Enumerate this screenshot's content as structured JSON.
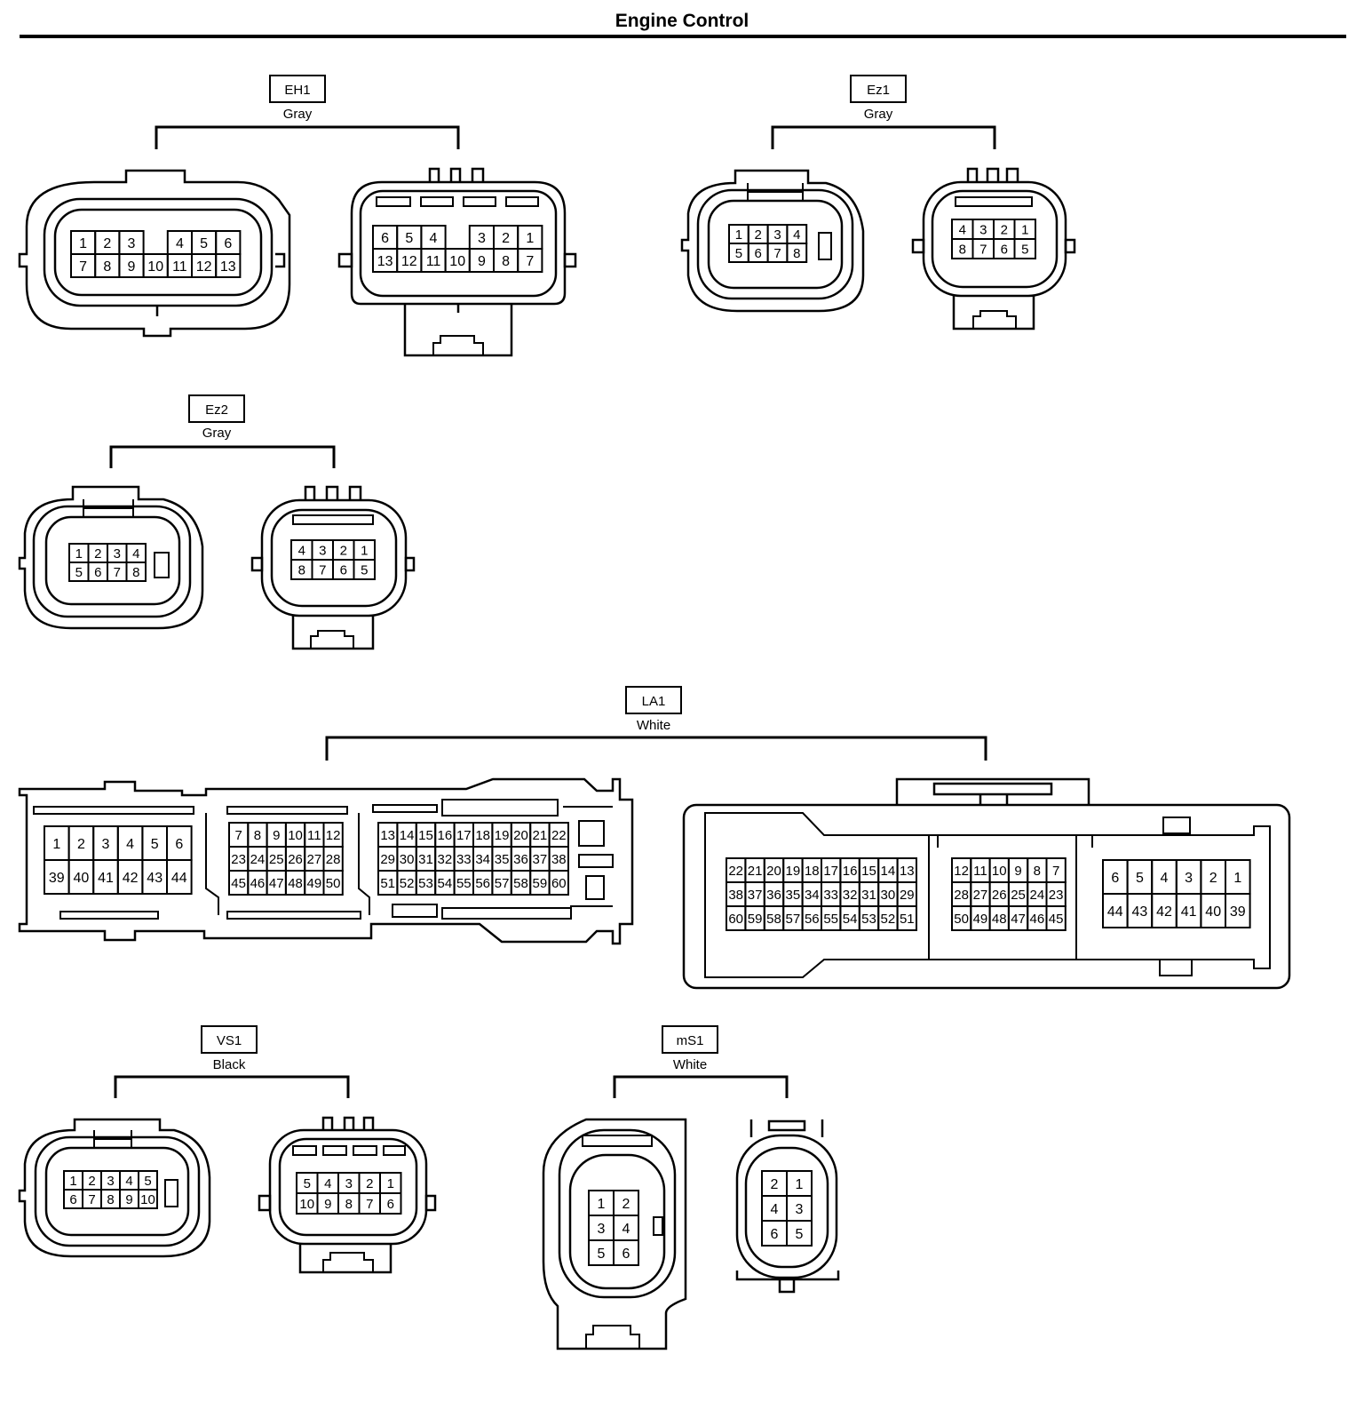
{
  "page": {
    "title": "Engine Control"
  },
  "connectors": [
    {
      "id": "EH1",
      "color": "Gray",
      "views": [
        {
          "rows": [
            [
              "1",
              "2",
              "3",
              "",
              "4",
              "5",
              "6"
            ],
            [
              "7",
              "8",
              "9",
              "10",
              "11",
              "12",
              "13"
            ]
          ]
        },
        {
          "rows": [
            [
              "6",
              "5",
              "4",
              "",
              "3",
              "2",
              "1"
            ],
            [
              "13",
              "12",
              "11",
              "10",
              "9",
              "8",
              "7"
            ]
          ]
        }
      ]
    },
    {
      "id": "Ez1",
      "color": "Gray",
      "views": [
        {
          "rows": [
            [
              "1",
              "2",
              "3",
              "4"
            ],
            [
              "5",
              "6",
              "7",
              "8"
            ]
          ]
        },
        {
          "rows": [
            [
              "4",
              "3",
              "2",
              "1"
            ],
            [
              "8",
              "7",
              "6",
              "5"
            ]
          ]
        }
      ]
    },
    {
      "id": "Ez2",
      "color": "Gray",
      "views": [
        {
          "rows": [
            [
              "1",
              "2",
              "3",
              "4"
            ],
            [
              "5",
              "6",
              "7",
              "8"
            ]
          ]
        },
        {
          "rows": [
            [
              "4",
              "3",
              "2",
              "1"
            ],
            [
              "8",
              "7",
              "6",
              "5"
            ]
          ]
        }
      ]
    },
    {
      "id": "LA1",
      "color": "White",
      "views": [
        {
          "blocks": [
            {
              "rows": [
                [
                  "1",
                  "2",
                  "3",
                  "4",
                  "5",
                  "6"
                ],
                [
                  "39",
                  "40",
                  "41",
                  "42",
                  "43",
                  "44"
                ]
              ]
            },
            {
              "rows": [
                [
                  "7",
                  "8",
                  "9",
                  "10",
                  "11",
                  "12"
                ],
                [
                  "23",
                  "24",
                  "25",
                  "26",
                  "27",
                  "28"
                ],
                [
                  "45",
                  "46",
                  "47",
                  "48",
                  "49",
                  "50"
                ]
              ]
            },
            {
              "rows": [
                [
                  "13",
                  "14",
                  "15",
                  "16",
                  "17",
                  "18",
                  "19",
                  "20",
                  "21",
                  "22"
                ],
                [
                  "29",
                  "30",
                  "31",
                  "32",
                  "33",
                  "34",
                  "35",
                  "36",
                  "37",
                  "38"
                ],
                [
                  "51",
                  "52",
                  "53",
                  "54",
                  "55",
                  "56",
                  "57",
                  "58",
                  "59",
                  "60"
                ]
              ]
            }
          ]
        },
        {
          "blocks": [
            {
              "rows": [
                [
                  "22",
                  "21",
                  "20",
                  "19",
                  "18",
                  "17",
                  "16",
                  "15",
                  "14",
                  "13"
                ],
                [
                  "38",
                  "37",
                  "36",
                  "35",
                  "34",
                  "33",
                  "32",
                  "31",
                  "30",
                  "29"
                ],
                [
                  "60",
                  "59",
                  "58",
                  "57",
                  "56",
                  "55",
                  "54",
                  "53",
                  "52",
                  "51"
                ]
              ]
            },
            {
              "rows": [
                [
                  "12",
                  "11",
                  "10",
                  "9",
                  "8",
                  "7"
                ],
                [
                  "28",
                  "27",
                  "26",
                  "25",
                  "24",
                  "23"
                ],
                [
                  "50",
                  "49",
                  "48",
                  "47",
                  "46",
                  "45"
                ]
              ]
            },
            {
              "rows": [
                [
                  "6",
                  "5",
                  "4",
                  "3",
                  "2",
                  "1"
                ],
                [
                  "44",
                  "43",
                  "42",
                  "41",
                  "40",
                  "39"
                ]
              ]
            }
          ]
        }
      ]
    },
    {
      "id": "VS1",
      "color": "Black",
      "views": [
        {
          "rows": [
            [
              "1",
              "2",
              "3",
              "4",
              "5"
            ],
            [
              "6",
              "7",
              "8",
              "9",
              "10"
            ]
          ]
        },
        {
          "rows": [
            [
              "5",
              "4",
              "3",
              "2",
              "1"
            ],
            [
              "10",
              "9",
              "8",
              "7",
              "6"
            ]
          ]
        }
      ]
    },
    {
      "id": "mS1",
      "color": "White",
      "views": [
        {
          "rows": [
            [
              "1",
              "2"
            ],
            [
              "3",
              "4"
            ],
            [
              "5",
              "6"
            ]
          ]
        },
        {
          "rows": [
            [
              "2",
              "1"
            ],
            [
              "4",
              "3"
            ],
            [
              "6",
              "5"
            ]
          ]
        }
      ]
    }
  ]
}
